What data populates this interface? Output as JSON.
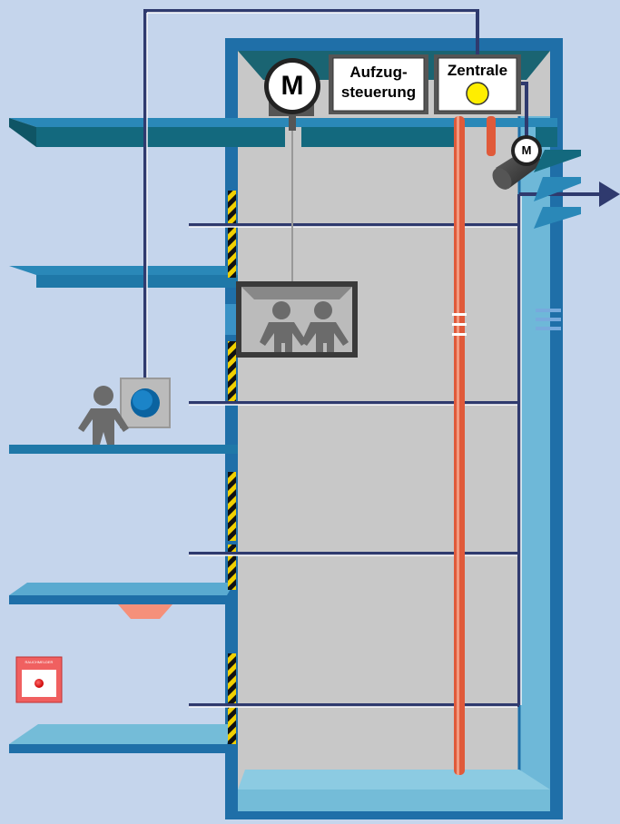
{
  "labels": {
    "motor_large": "M",
    "motor_small": "M",
    "elevator_control_line1": "Aufzug-",
    "elevator_control_line2": "steuerung",
    "control_center": "Zentrale",
    "smoke_detector": "RAUCHMELDER"
  },
  "colors": {
    "background": "#c5d5ec",
    "shaft_wall": "#1f6fa8",
    "shaft_interior": "#c8c8c8",
    "floor_slab": "#2a88b8",
    "floor_slab_dark": "#13697e",
    "signal_line": "#2f3a6e",
    "smoke_pipe": "#e05a3a",
    "lamp": "#ffee00",
    "hazard_yellow": "#f0d000"
  }
}
